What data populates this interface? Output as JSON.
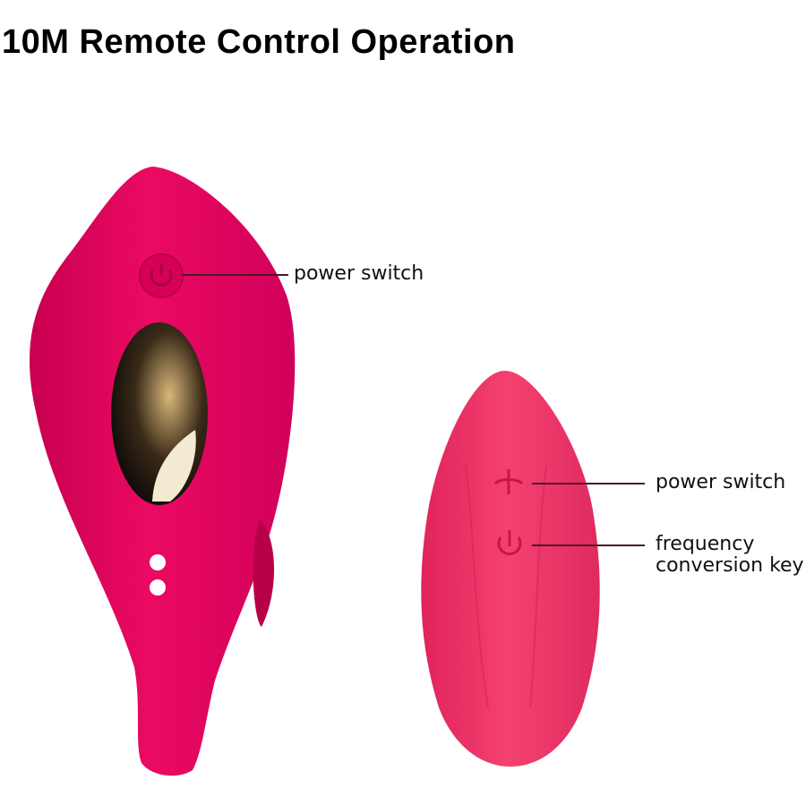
{
  "title": "10M Remote Control Operation",
  "colors": {
    "device_body": "#e8005e",
    "remote_body": "#f0306a",
    "background": "#ffffff",
    "text": "#000000",
    "leader_line": "#4a1a2a"
  },
  "device": {
    "name": "main-device",
    "callouts": [
      {
        "label": "power switch",
        "icon": "power-icon"
      }
    ]
  },
  "remote": {
    "name": "remote-control",
    "callouts": [
      {
        "label": "power switch",
        "icon": "plus-icon"
      },
      {
        "label_line1": "frequency",
        "label_line2": "conversion key",
        "icon": "power-icon"
      }
    ]
  }
}
